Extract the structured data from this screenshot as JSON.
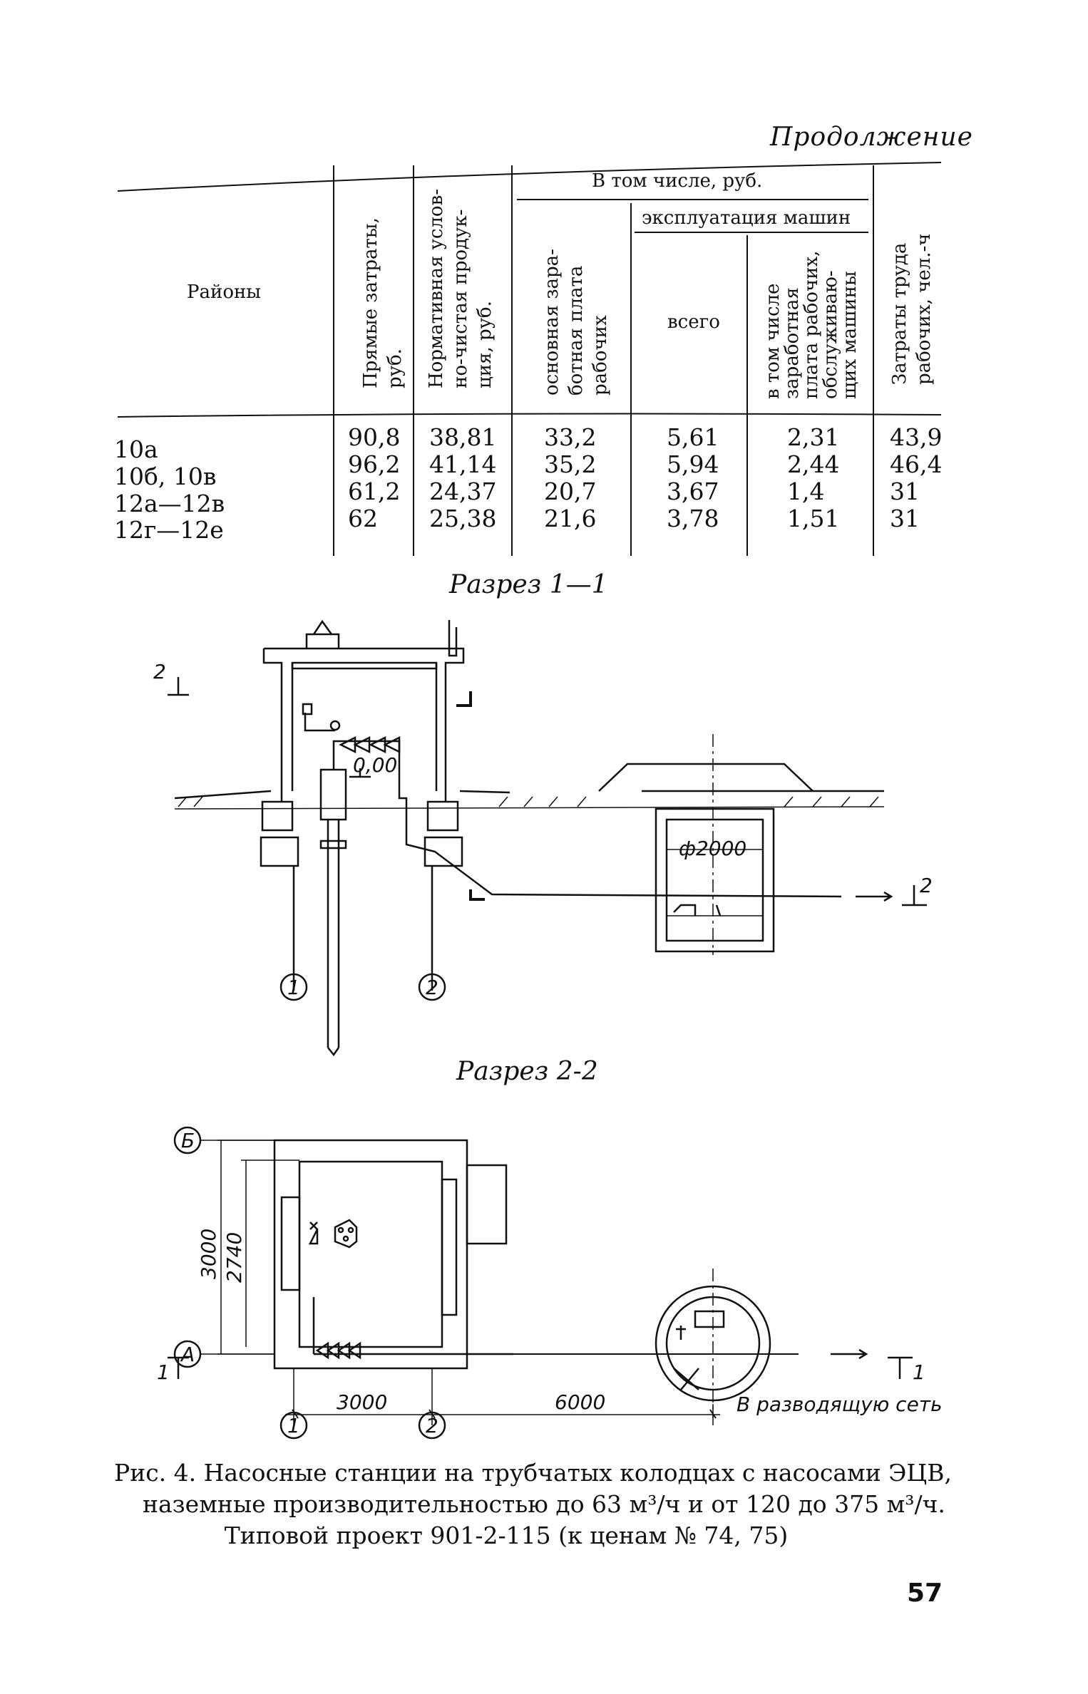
{
  "continuation_label": "Продолжение",
  "table": {
    "headers": {
      "districts": "Районы",
      "direct_costs": [
        "Прямые затраты,",
        "руб."
      ],
      "normative_net": [
        "Нормативная услов-",
        "но-чистая продук-",
        "ция, руб."
      ],
      "including": "В том числе, руб.",
      "base_wage": [
        "основная зара-",
        "ботная плата",
        "рабочих"
      ],
      "machine_operation": "эксплуатация машин",
      "total": "всего",
      "incl_wage": [
        "в том числе",
        "заработная",
        "плата рабочих,",
        "обслуживаю-",
        "щих машины"
      ],
      "labor": [
        "Затраты труда",
        "рабочих, чел.-ч"
      ]
    },
    "rows": [
      {
        "district": "10а",
        "direct": "90,8",
        "normative": "38,81",
        "wage": "33,2",
        "total": "5,61",
        "machine_wage": "2,31",
        "labor": "43,9"
      },
      {
        "district": "10б, 10в",
        "direct": "96,2",
        "normative": "41,14",
        "wage": "35,2",
        "total": "5,94",
        "machine_wage": "2,44",
        "labor": "46,4"
      },
      {
        "district": "12а—12в",
        "direct": "61,2",
        "normative": "24,37",
        "wage": "20,7",
        "total": "3,67",
        "machine_wage": "1,4",
        "labor": "31"
      },
      {
        "district": "12г—12е",
        "direct": "62",
        "normative": "25,38",
        "wage": "21,6",
        "total": "3,78",
        "machine_wage": "1,51",
        "labor": "31"
      }
    ]
  },
  "section1": {
    "title": "Разрез 1—1",
    "diameter": "ф2000",
    "level": "0,00",
    "cut_mark_left": "2",
    "cut_mark_right": "2",
    "axis_1": "1",
    "axis_2": "2"
  },
  "section2": {
    "title": "Разрез 2-2",
    "dim_3000_v": "3000",
    "dim_2740": "2740",
    "dim_3000_h": "3000",
    "dim_6000": "6000",
    "note": "В разводящую сеть",
    "axis_b": "Б",
    "axis_a": "А",
    "axis_1": "1",
    "axis_2": "2",
    "cut_mark_left": "1",
    "cut_mark_right": "1"
  },
  "caption": {
    "line1": "Рис. 4. Насосные станции на трубчатых колодцах с насосами ЭЦВ,",
    "line2": "наземные производительностью до 63 м³/ч и от 120 до 375 м³/ч.",
    "line3": "Типовой проект 901-2-115 (к ценам № 74, 75)"
  },
  "page_number": "57"
}
